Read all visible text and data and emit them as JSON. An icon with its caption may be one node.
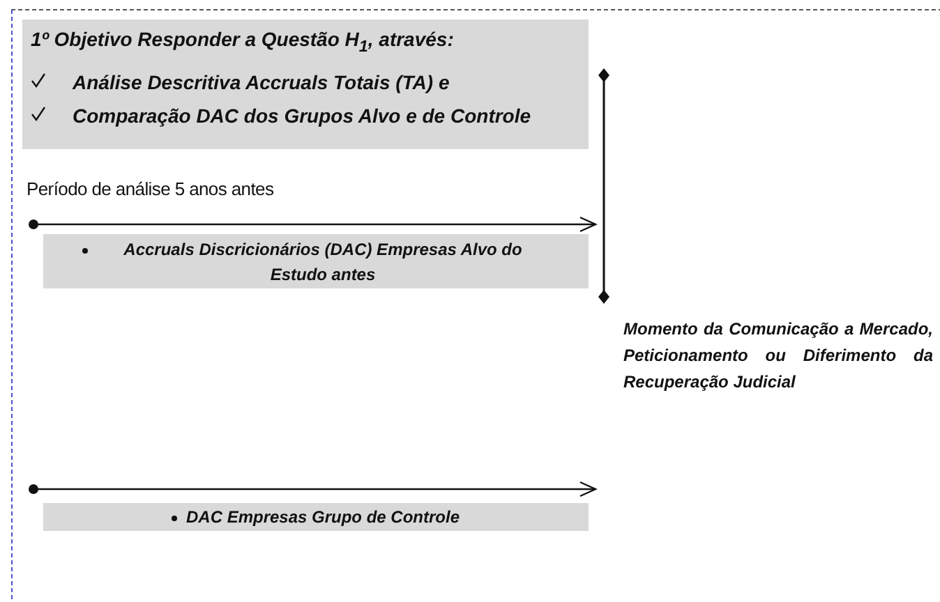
{
  "diagram": {
    "nodes": [
      {
        "text": [
          "1º Objetivo Responder a Questão H$_{1}$, através:",
          "Análise Descritiva Accruals Totais (TA) e",
          "Comparação DAC dos Grupos Alvo e de Controle"
        ]
      },
      {
        "text": [
          "Accruals Discricionários (DAC) Empresas Alvo do Estudo antes"
        ]
      },
      {
        "text": [
          "DAC Empresas Grupo de Controle"
        ]
      }
    ],
    "labels": [
      "Período de análise 5 anos antes",
      "Momento da Comunicação a Mercado, Peticionamento ou Diferimento da Recuperação Judicial"
    ]
  }
}
